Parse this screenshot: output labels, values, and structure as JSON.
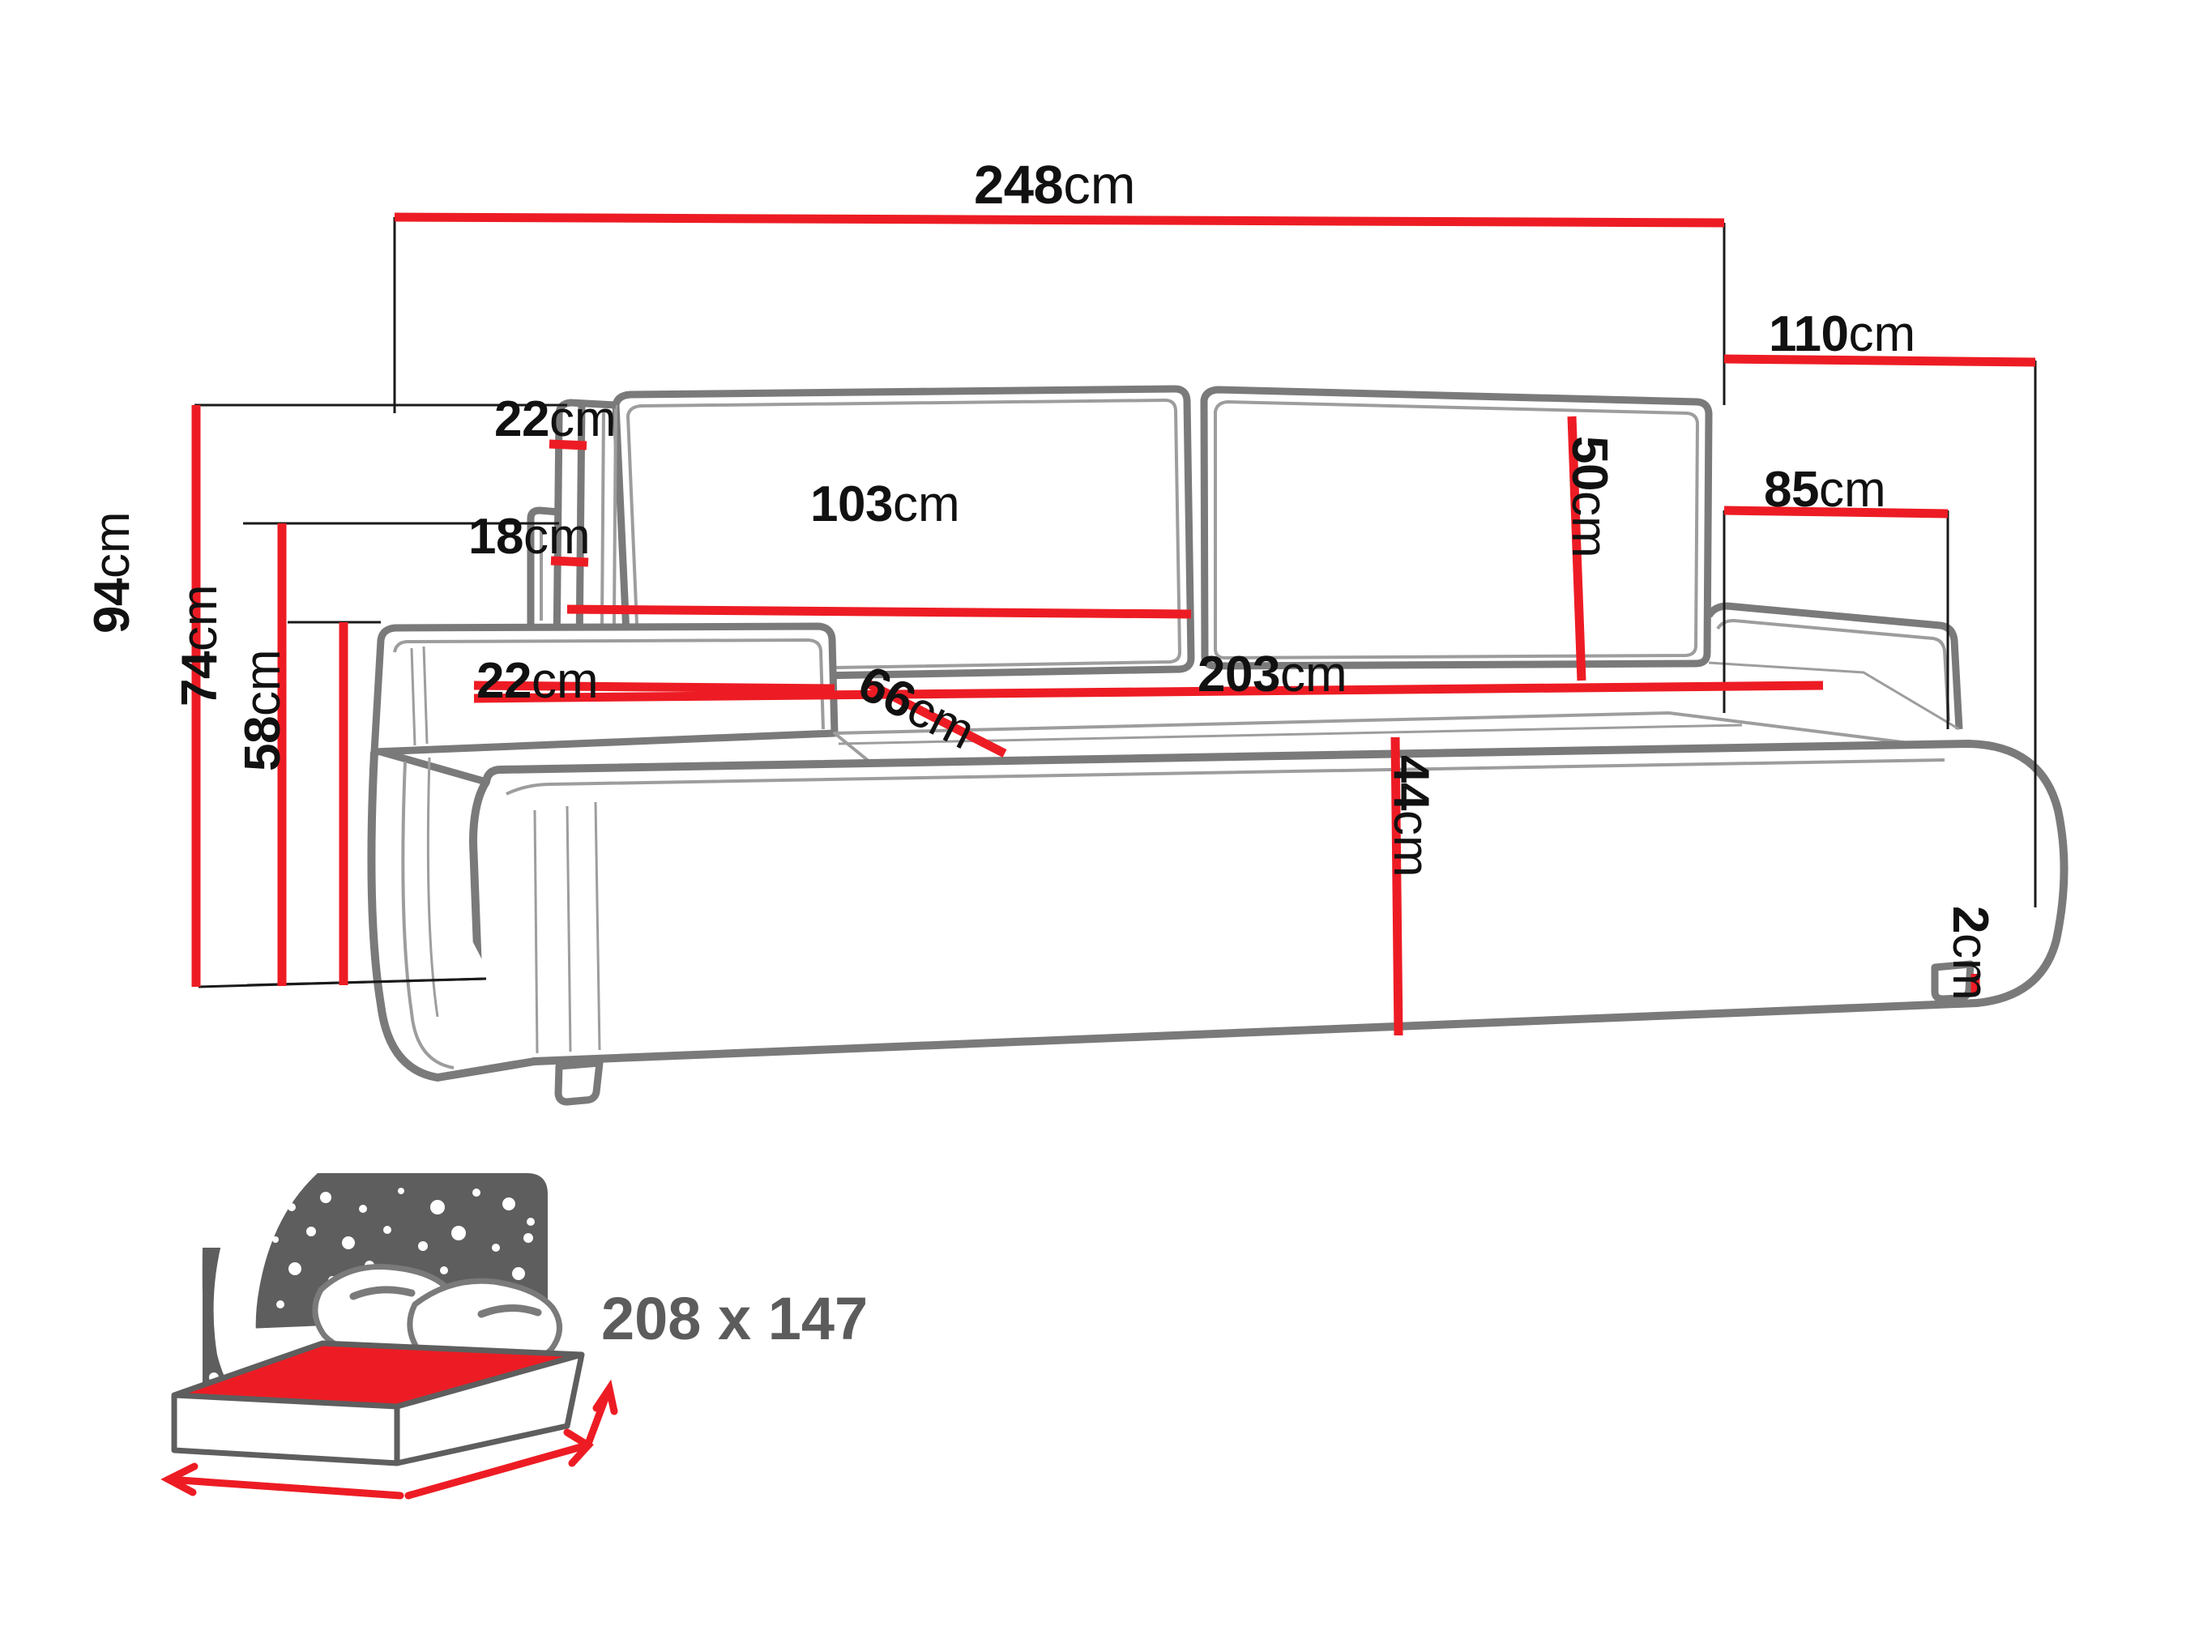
{
  "diagram": {
    "title": "Sofa bed dimension drawing",
    "colors": {
      "dimension_line": "#ed1c24",
      "extension_line": "#1a1a1a",
      "furniture_outline": "#7a7a7a",
      "furniture_detail": "#555555",
      "label_text": "#111111",
      "bed_label_text": "#5c5c5c",
      "bed_icon_sky": "#5e5e5e",
      "bed_icon_mattress": "#ed1c24",
      "background": "#ffffff"
    },
    "unit": "cm"
  },
  "dimensions": {
    "total_width": {
      "value": "248",
      "unit": "cm",
      "orientation": "horizontal"
    },
    "total_depth": {
      "value": "110",
      "unit": "cm",
      "orientation": "horizontal"
    },
    "arm_depth": {
      "value": "85",
      "unit": "cm",
      "orientation": "horizontal"
    },
    "total_height": {
      "value": "94",
      "unit": "cm",
      "orientation": "vertical"
    },
    "backrest_height": {
      "value": "74",
      "unit": "cm",
      "orientation": "vertical"
    },
    "arm_height": {
      "value": "58",
      "unit": "cm",
      "orientation": "vertical"
    },
    "backrest_top_thickness": {
      "value": "22",
      "unit": "cm",
      "orientation": "horizontal"
    },
    "backrest_gap": {
      "value": "18",
      "unit": "cm",
      "orientation": "horizontal"
    },
    "cushion_width": {
      "value": "103",
      "unit": "cm",
      "orientation": "horizontal"
    },
    "arm_width": {
      "value": "22",
      "unit": "cm",
      "orientation": "horizontal"
    },
    "seat_depth": {
      "value": "66",
      "unit": "cm",
      "orientation": "diagonal"
    },
    "seat_width": {
      "value": "203",
      "unit": "cm",
      "orientation": "horizontal"
    },
    "cushion_height": {
      "value": "50",
      "unit": "cm",
      "orientation": "vertical"
    },
    "seat_height": {
      "value": "44",
      "unit": "cm",
      "orientation": "vertical"
    },
    "leg_height": {
      "value": "2",
      "unit": "cm",
      "orientation": "vertical"
    }
  },
  "sleeping_area": {
    "icon": "bed-night-icon",
    "label": "208 x 147"
  }
}
